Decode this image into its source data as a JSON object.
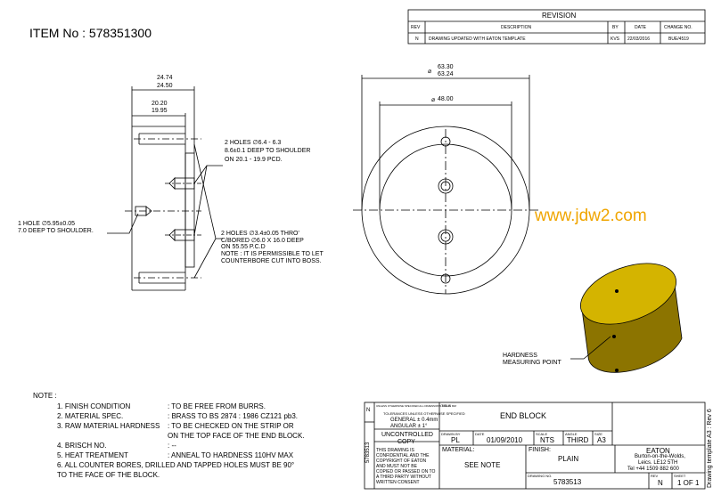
{
  "item": {
    "label": "ITEM No :",
    "number": "578351300"
  },
  "revision": {
    "title": "REVISION",
    "headers": [
      "REV",
      "DESCRIPTION",
      "BY",
      "DATE",
      "CHANGE NO."
    ],
    "row": {
      "rev": "N",
      "description": "DRAWING UPDATED WITH EATON TEMPLATE",
      "by": "KVS",
      "date": "22/03/2016",
      "change_no": "BUE/4519"
    }
  },
  "side_view": {
    "dim_overall": [
      "24.74",
      "24.50"
    ],
    "dim_inner": [
      "20.20",
      "19.95"
    ],
    "hole1": [
      "1 HOLE ∅5.95±0.05",
      "7.0 DEEP TO SHOULDER."
    ],
    "holes_a": [
      "2 HOLES ∅6.4 - 6.3",
      "8.6±0.1 DEEP TO SHOULDER",
      "ON 20.1 - 19.9 PCD."
    ],
    "holes_b": [
      "2 HOLES ∅3.4±0.05 THRO'",
      "C/BORED ∅6.0 X 16.0 DEEP",
      "ON 55.55 P.C.D",
      "NOTE :  IT IS PERMISSIBLE TO LET",
      "COUNTERBORE CUT INTO BOSS."
    ]
  },
  "front_view": {
    "dim_outer": [
      "63.30",
      "63.24"
    ],
    "dim_inner": "48.00"
  },
  "watermark": "www.jdw2.com",
  "iso_label": [
    "HARDNESS",
    "MEASURING POINT"
  ],
  "notes": {
    "title": "NOTE :",
    "items": [
      {
        "label": "1. FINISH CONDITION",
        "value": ": TO BE FREE FROM BURRS."
      },
      {
        "label": "2. MATERIAL SPEC.",
        "value": ": BRASS TO BS 2874 : 1986 CZ121 pb3."
      },
      {
        "label": "3. RAW MATERIAL HARDNESS",
        "value": ": TO BE CHECKED ON THE STRIP OR"
      },
      {
        "label": "",
        "value": "ON THE TOP FACE OF THE END BLOCK."
      },
      {
        "label": "4. BRISCH NO.",
        "value": ": --"
      },
      {
        "label": "5. HEAT TREATMENT",
        "value": ": ANNEAL TO HARDNESS 110HV MAX"
      },
      {
        "label": "6. ALL COUNTER BORES, DRILLED AND TAPPED HOLES MUST BE 90°",
        "value": ""
      },
      {
        "label": "    TO THE FACE OF THE BLOCK.",
        "value": ""
      }
    ]
  },
  "title_block": {
    "side_number": "5783513",
    "side_rev": "N",
    "side_small": "SCALE",
    "tolerance_head": "UNLESS OTHERWISE SPECIFIED ALL DIMENSIONS ARE IN MM",
    "tolerances_title": "TOLERANCES UNLESS OTHERWISE SPECIFIED",
    "tol_general": "GENERAL ±  0.4mm",
    "tol_angular": "ANGULAR ±  1°",
    "title_label": "TITLE",
    "title": "END BLOCK",
    "uncontrolled": [
      "UNCONTROLLED",
      "COPY"
    ],
    "drawn_label": "DRAWN BY",
    "drawn": "PL",
    "date_label": "DATE",
    "date": "01/09/2010",
    "scale_label": "SCALE",
    "scale": "NTS",
    "angle_label": "ANGLE",
    "angle": "THIRD",
    "size_label": "SIZE",
    "size": "A3",
    "confidential": [
      "THIS DRAWING IS",
      "CONFIDENTIAL AND THE",
      "COPYRIGHT OF EATON",
      "AND MUST NOT BE",
      "COPIED OR PASSED ON TO",
      "A THIRD PARTY WITHOUT",
      "WRITTEN CONSENT"
    ],
    "material_label": "MATERIAL:",
    "material": "SEE NOTE",
    "finish_label": "FINISH:",
    "finish": "PLAIN",
    "company": [
      "EATON",
      "Burton-on-the-Wolds,",
      "Leics. LE12 5TH",
      "Tel +44 1509 882 600"
    ],
    "drawing_no_label": "DRAWING NO.",
    "drawing_no": "5783513",
    "rev_label": "REV",
    "rev": "N",
    "sheet_label": "SHEET",
    "sheet": "1 OF 1"
  },
  "template_label": "Drawing template A3 : Rev 6"
}
